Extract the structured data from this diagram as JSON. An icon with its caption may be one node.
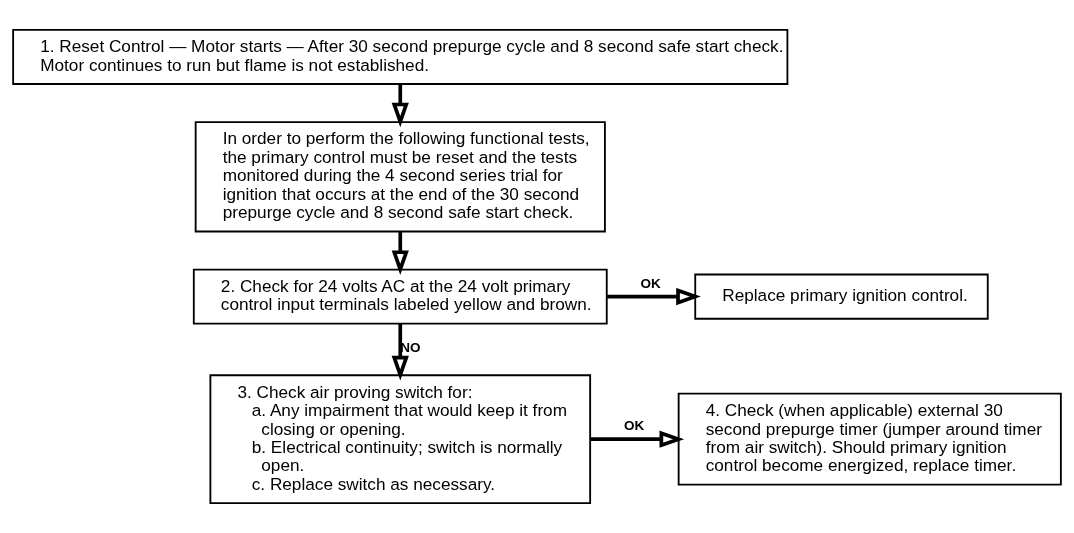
{
  "diagram": {
    "nodes": [
      {
        "text": [
          "1. Reset Control — Motor starts — After 30 second prepurge cycle and 8 second safe start check. Motor continues to run but flame is not established."
        ]
      },
      {
        "text": [
          "In order to perform the following functional tests, the primary control must be reset and the tests monitored during the 4 second series trial for ignition that occurs at the end of the 30 second prepurge cycle and 8 second safe start check."
        ]
      },
      {
        "text": [
          "2. Check for 24 volts AC at the 24 volt primary control input terminals labeled yellow and brown."
        ]
      },
      {
        "text": [
          "Replace primary ignition control."
        ]
      },
      {
        "text": [
          "3. Check air proving switch for:",
          "a. Any impairment that would keep it from closing or opening.",
          "b. Electrical continuity; switch is normally open.",
          "c. Replace switch as necessary."
        ]
      },
      {
        "text": [
          "4. Check (when applicable) external 30 second prepurge timer (jumper around timer from air switch). Should primary ignition control become energized, replace timer."
        ]
      }
    ],
    "edges": [
      {
        "from": 0,
        "to": 1,
        "arrow": "to"
      },
      {
        "from": 1,
        "to": 2,
        "arrow": "to"
      },
      {
        "from": 2,
        "to": 3,
        "arrow": "to",
        "label": "OK"
      },
      {
        "from": 2,
        "to": 4,
        "arrow": "to",
        "label": "NO"
      },
      {
        "from": 4,
        "to": 5,
        "arrow": "to",
        "label": "OK"
      }
    ]
  }
}
